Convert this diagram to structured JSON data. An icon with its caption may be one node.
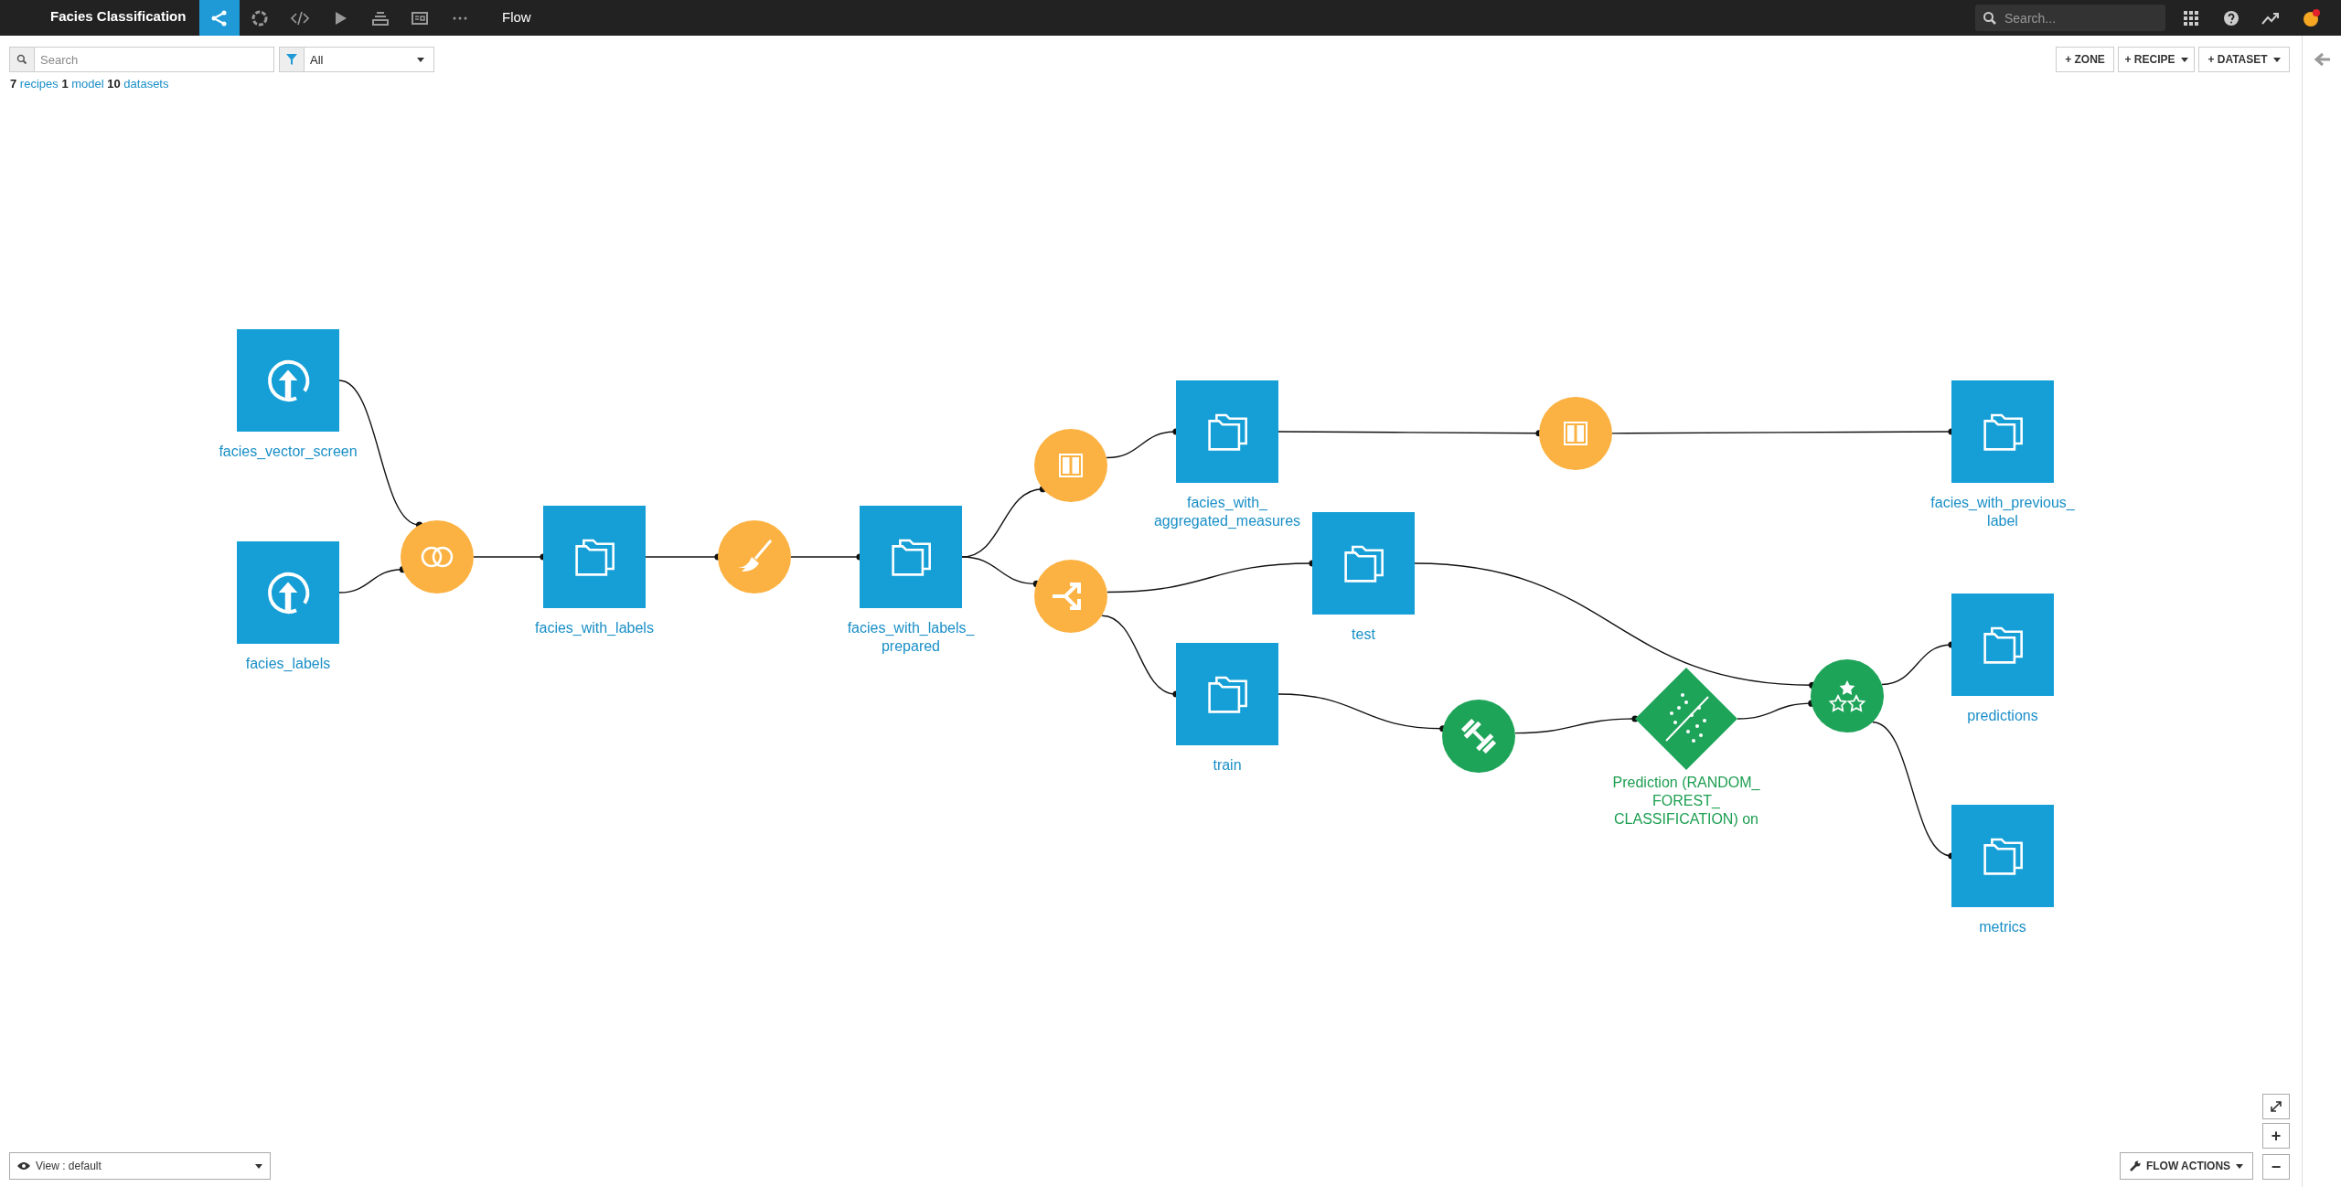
{
  "diagram": {
    "nodes": [
      {
        "text": [
          "facies_vector_screen"
        ]
      },
      {
        "text": [
          "facies_labels"
        ]
      },
      {
        "text": [],
        "shape": "circle"
      },
      {
        "text": [
          "facies_with_labels"
        ]
      },
      {
        "text": [],
        "shape": "circle"
      },
      {
        "text": [
          "facies_with_labels_ prepared"
        ]
      },
      {
        "text": [],
        "shape": "circle"
      },
      {
        "text": [],
        "shape": "circle"
      },
      {
        "text": [
          "facies_with_ aggregated_measures"
        ]
      },
      {
        "text": [],
        "shape": "circle"
      },
      {
        "text": [
          "facies_with_previous_ label"
        ]
      },
      {
        "text": [
          "test"
        ]
      },
      {
        "text": [
          "train"
        ]
      },
      {
        "text": [],
        "shape": "circle"
      },
      {
        "text": [
          "Prediction (RANDOM_ FOREST_ CLASSIFICATION) on"
        ]
      },
      {
        "text": [],
        "shape": "circle"
      },
      {
        "text": [
          "predictions"
        ]
      },
      {
        "text": [
          "metrics"
        ]
      }
    ],
    "edges": [
      {
        "from": 0,
        "to": 2,
        "arrow": "other"
      },
      {
        "from": 1,
        "to": 2,
        "arrow": "other"
      },
      {
        "from": 2,
        "to": 3,
        "arrow": "other"
      },
      {
        "from": 3,
        "to": 4,
        "arrow": "other"
      },
      {
        "from": 4,
        "to": 5,
        "arrow": "other"
      },
      {
        "from": 5,
        "to": 6,
        "arrow": "other"
      },
      {
        "from": 5,
        "to": 7,
        "arrow": "other"
      },
      {
        "from": 6,
        "to": 8,
        "arrow": "other"
      },
      {
        "from": 8,
        "to": 9,
        "arrow": "other"
      },
      {
        "from": 9,
        "to": 10,
        "arrow": "other"
      },
      {
        "from": 7,
        "to": 11,
        "arrow": "other"
      },
      {
        "from": 7,
        "to": 12,
        "arrow": "other"
      },
      {
        "from": 12,
        "to": 13,
        "arrow": "other"
      },
      {
        "from": 13,
        "to": 14,
        "arrow": "other"
      },
      {
        "from": 14,
        "to": 15,
        "arrow": "other"
      },
      {
        "from": 11,
        "to": 15,
        "arrow": "other"
      },
      {
        "from": 15,
        "to": 16,
        "arrow": "other"
      },
      {
        "from": 15,
        "to": 17,
        "arrow": "other"
      }
    ],
    "labels": [
      "Facies Classification",
      "Flow",
      "Search...",
      "Search",
      "All",
      "+ ZONE",
      "+ RECIPE",
      "+ DATASET",
      "**7** recipes **1** model **10** datasets",
      "+",
      "View : default",
      "FLOW ACTIONS",
      "−"
    ]
  }
}
